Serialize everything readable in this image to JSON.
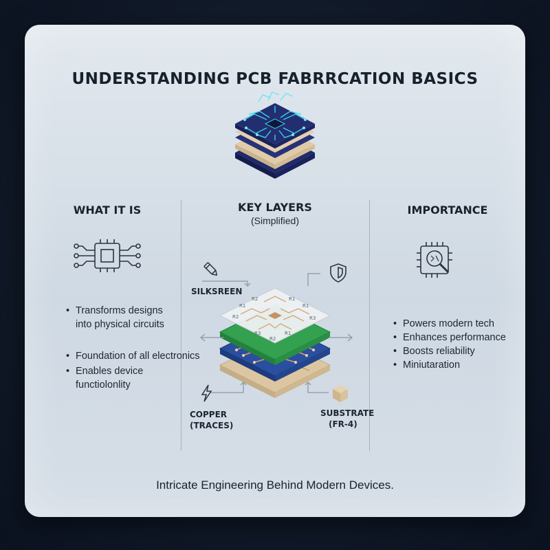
{
  "title": "UNDERSTANDING PCB FABRRCATION BASICS",
  "columns": {
    "left": {
      "heading": "WHAT IT IS",
      "icon": "chip-icon",
      "bullets": [
        "Transforms designs\ninto physical circuits",
        "Foundation of all electronics",
        "Enables device\nfunctiolonlity"
      ]
    },
    "center": {
      "heading": "KEY LAYERS",
      "subheading": "(Simplified)",
      "layers": {
        "silkscreen": "SILKSREEN",
        "copper_1": "COPPER",
        "copper_2": "(TRACES)",
        "substrate_1": "SUBSTRATE",
        "substrate_2": "(FR-4)"
      },
      "icons": [
        "pen-icon",
        "shield-icon",
        "lightning-icon",
        "cube-icon"
      ]
    },
    "right": {
      "heading": "IMPORTANCE",
      "icon": "magnifier-chip-icon",
      "bullets": [
        "Powers modern tech",
        "Enhances performance",
        "Boosts reliability",
        "Miniutaration"
      ]
    }
  },
  "footer": "Intricate Engineering Behind Modern Devices.",
  "colors": {
    "dark_navy": "#1f2a6b",
    "tan": "#d9c2a0",
    "green": "#2f9a4a",
    "blue": "#2a4fa0",
    "teal_trace": "#36d2e8",
    "copper_trace": "#d29b63"
  }
}
